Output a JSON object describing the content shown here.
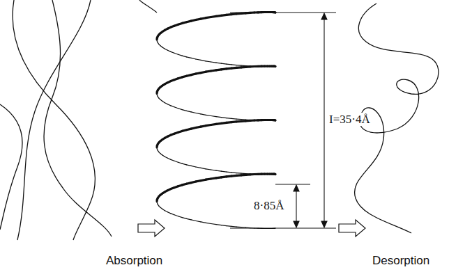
{
  "diagram": {
    "labels": [
      "I=35·4Å",
      "8·85Å",
      "Absorption",
      "Desorption"
    ]
  }
}
